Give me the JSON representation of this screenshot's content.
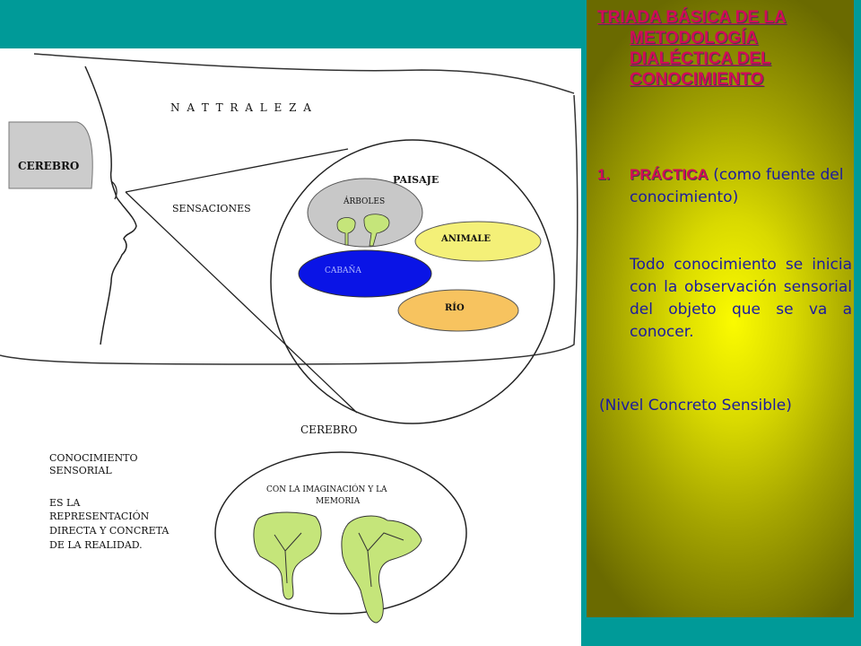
{
  "diagram": {
    "naturaleza": "N A T T R A L E Z A",
    "cerebro_top": "CEREBRO",
    "sensaciones": "SENSACIONES",
    "paisaje": "PAISAJE",
    "arboles": "ÁRBOLES",
    "animale": "ANIMALE",
    "cabana": "CABAÑA",
    "rio": "RÍO",
    "cerebro_bottom": "CEREBRO",
    "conocimiento_1": "CONOCIMIENTO",
    "conocimiento_2": "SENSORIAL",
    "es_1": "ES LA",
    "es_2": "REPRESENTACIÓN",
    "es_3": "DIRECTA Y CONCRETA",
    "es_4": "DE LA REALIDAD.",
    "imaginacion_1": "CON LA IMAGINACIÓN Y LA",
    "imaginacion_2": "MEMORIA"
  },
  "text_panel": {
    "title_line1": "TRIADA BÁSICA DE LA",
    "title_line2": "METODOLOGÍA",
    "title_line3": "DIALÉCTICA DEL",
    "title_line4": "CONOCIMIENTO",
    "point_number": "1.",
    "point_keyword": "PRÁCTICA",
    "point_rest": " (como fuente del conocimiento)",
    "description": "Todo conocimiento se inicia con la observación sensorial del objeto que se va a conocer.",
    "level": "(Nivel Concreto Sensible)"
  },
  "colors": {
    "background_teal": "#009a98",
    "panel_yellow": "#fbfb00",
    "title_color": "#d20b57",
    "body_text": "#1b1ba0",
    "cerebro_box": "#cccccc",
    "arboles_fill": "#c8c8c8",
    "animale_fill": "#f4f078",
    "cabana_fill": "#0a14e6",
    "rio_fill": "#f7c35f",
    "tree_fill": "#c5e57a"
  }
}
